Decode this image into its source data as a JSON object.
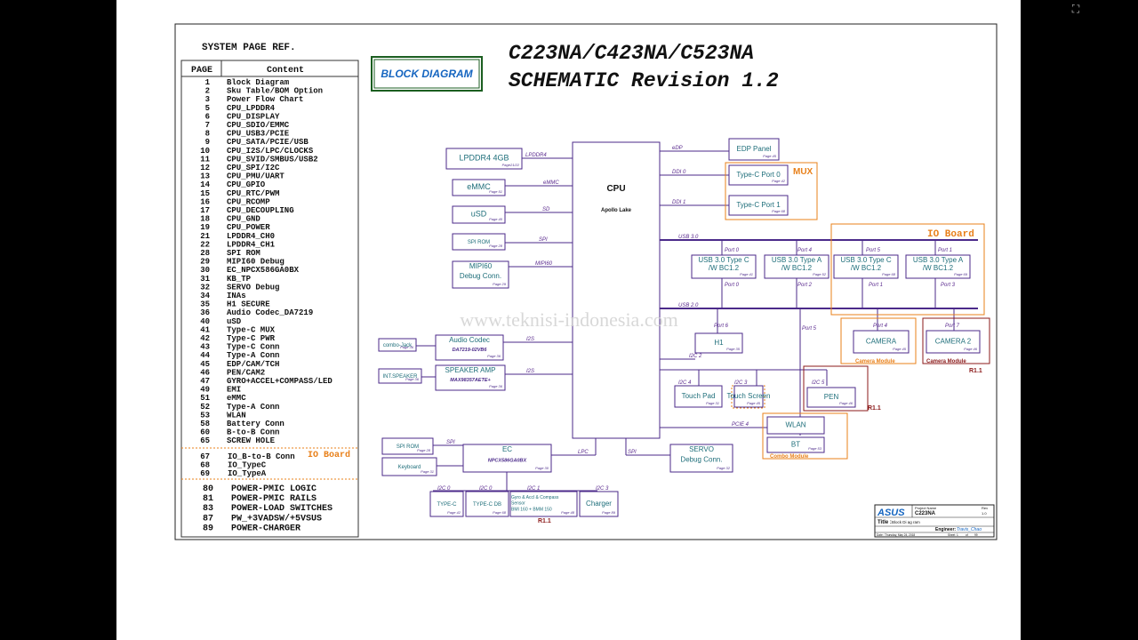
{
  "viewer": {
    "fullscreen_icon": "⛶"
  },
  "header": {
    "title_line1": "C223NA/C423NA/C523NA",
    "title_line2": "SCHEMATIC Revision 1.2",
    "block_diagram_label": "BLOCK DIAGRAM",
    "watermark": "www.teknisi-indonesia.com"
  },
  "index_table": {
    "title": "SYSTEM PAGE REF.",
    "col_page": "PAGE",
    "col_content": "Content",
    "rows": [
      {
        "page": "1",
        "content": "Block Diagram"
      },
      {
        "page": "2",
        "content": "Sku Table/BOM Option"
      },
      {
        "page": "3",
        "content": "Power Flow Chart"
      },
      {
        "page": "5",
        "content": "CPU_LPDDR4"
      },
      {
        "page": "6",
        "content": "CPU_DISPLAY"
      },
      {
        "page": "7",
        "content": "CPU_SDIO/EMMC"
      },
      {
        "page": "8",
        "content": "CPU_USB3/PCIE"
      },
      {
        "page": "9",
        "content": "CPU_SATA/PCIE/USB"
      },
      {
        "page": "10",
        "content": "CPU_I2S/LPC/CLOCKS"
      },
      {
        "page": "11",
        "content": "CPU_SVID/SMBUS/USB2"
      },
      {
        "page": "12",
        "content": "CPU_SPI/I2C"
      },
      {
        "page": "13",
        "content": "CPU_PMU/UART"
      },
      {
        "page": "14",
        "content": "CPU_GPIO"
      },
      {
        "page": "15",
        "content": "CPU_RTC/PWM"
      },
      {
        "page": "16",
        "content": "CPU_RCOMP"
      },
      {
        "page": "17",
        "content": "CPU_DECOUPLING"
      },
      {
        "page": "18",
        "content": "CPU_GND"
      },
      {
        "page": "19",
        "content": "CPU_POWER"
      },
      {
        "page": "21",
        "content": "LPDDR4_CH0"
      },
      {
        "page": "22",
        "content": "LPDDR4_CH1"
      },
      {
        "page": "28",
        "content": "SPI ROM"
      },
      {
        "page": "29",
        "content": "MIPI60 Debug"
      },
      {
        "page": "30",
        "content": "EC_NPCX586GA0BX"
      },
      {
        "page": "31",
        "content": "KB_TP"
      },
      {
        "page": "32",
        "content": "SERVO Debug"
      },
      {
        "page": "34",
        "content": "INAs"
      },
      {
        "page": "35",
        "content": "H1 SECURE"
      },
      {
        "page": "36",
        "content": "Audio Codec_DA7219"
      },
      {
        "page": "40",
        "content": "uSD"
      },
      {
        "page": "41",
        "content": "Type-C MUX"
      },
      {
        "page": "42",
        "content": "Type-C PWR"
      },
      {
        "page": "43",
        "content": "Type-C Conn"
      },
      {
        "page": "44",
        "content": "Type-A Conn"
      },
      {
        "page": "45",
        "content": "EDP/CAM/TCH"
      },
      {
        "page": "46",
        "content": "PEN/CAM2"
      },
      {
        "page": "47",
        "content": "GYRO+ACCEL+COMPASS/LED"
      },
      {
        "page": "49",
        "content": "EMI"
      },
      {
        "page": "51",
        "content": "eMMC"
      },
      {
        "page": "52",
        "content": "Type-A Conn"
      },
      {
        "page": "53",
        "content": "WLAN"
      },
      {
        "page": "58",
        "content": "Battery Conn"
      },
      {
        "page": "60",
        "content": "B-to-B Conn"
      },
      {
        "page": "65",
        "content": "SCREW HOLE"
      }
    ],
    "io_label": "IO Board",
    "io_rows": [
      {
        "page": "67",
        "content": "IO_B-to-B Conn"
      },
      {
        "page": "68",
        "content": "IO_TypeC"
      },
      {
        "page": "69",
        "content": "IO_TypeA"
      }
    ],
    "power_rows": [
      {
        "page": "80",
        "content": "POWER-PMIC LOGIC"
      },
      {
        "page": "81",
        "content": "POWER-PMIC RAILS"
      },
      {
        "page": "83",
        "content": "POWER-LOAD SWITCHES"
      },
      {
        "page": "87",
        "content": "PW_+3VADSW/+5VSUS"
      },
      {
        "page": "89",
        "content": "POWER-CHARGER"
      }
    ]
  },
  "diagram": {
    "cpu": {
      "title": "CPU",
      "subtitle": "Apollo Lake"
    },
    "blocks": {
      "lpddr4": {
        "name": "LPDDR4 4GB",
        "page": "Page21/22"
      },
      "emmc": {
        "name": "eMMC",
        "page": "Page 51"
      },
      "usd": {
        "name": "uSD",
        "page": "Page 40"
      },
      "spirom_cpu": {
        "name": "SPI ROM",
        "page": "Page 28"
      },
      "mipi60": {
        "name1": "MIPI60",
        "name2": "Debug Conn.",
        "page": "Page 29"
      },
      "combo_jack": {
        "name": "combo-Jack",
        "page": "Page 36"
      },
      "audio_codec": {
        "name": "Audio Codec",
        "sub": "DA7219-02VB6",
        "page": "Page 36"
      },
      "int_speaker": {
        "name": "INT.SPEAKER",
        "page": "Page 36"
      },
      "speaker_amp": {
        "name": "SPEAKER AMP",
        "sub": "MAX98357AETE+",
        "page": "Page 36"
      },
      "edp_panel": {
        "name": "EDP Panel",
        "page": "Page 45"
      },
      "typec0": {
        "name": "Type-C Port 0",
        "page": "Page 42"
      },
      "typec1": {
        "name": "Type-C Port 1",
        "page": "Page 68"
      },
      "usb3c": {
        "name1": "USB 3.0 Type C",
        "name2": "/W BC1.2",
        "page": "Page 41"
      },
      "usb3a": {
        "name1": "USB 3.0 Type A",
        "name2": "/W BC1.2",
        "page": "Page 52"
      },
      "io_usb3c": {
        "name1": "USB 3.0 Type C",
        "name2": "/W BC1.2",
        "page": "Page 68"
      },
      "io_usb3a": {
        "name1": "USB 3.0 Type A",
        "name2": "/W BC1.2",
        "page": "Page 69"
      },
      "h1": {
        "name": "H1",
        "page": "Page 35"
      },
      "camera": {
        "name": "CAMERA",
        "page": "Page 45"
      },
      "camera2": {
        "name": "CAMERA 2",
        "page": "Page 46"
      },
      "touchpad": {
        "name": "Touch Pad",
        "page": "Page 31"
      },
      "touchscreen": {
        "name": "Touch Screen",
        "page": "Page 45"
      },
      "pen": {
        "name": "PEN",
        "page": "Page 46"
      },
      "wlan": {
        "name": "WLAN"
      },
      "bt": {
        "name": "BT",
        "page": "Page 53"
      },
      "spirom_ec": {
        "name": "SPI ROM",
        "page": "Page 28"
      },
      "keyboard": {
        "name": "Keyboard",
        "page": "Page 31"
      },
      "ec": {
        "name": "EC",
        "sub": "NPCX586GA0BX",
        "page": "Page 30"
      },
      "servo": {
        "name1": "SERVO",
        "name2": "Debug Conn.",
        "page": "Page 32"
      },
      "typec_ec": {
        "name": "TYPE-C",
        "page": "Page 42"
      },
      "typec_db": {
        "name": "TYPE-C DB",
        "page": "Page 68"
      },
      "sensor": {
        "name1": "Gyro & Accl & Compass",
        "name2": "Sensor",
        "name3": "BMI 160 + BMM 150",
        "page": "Page 48"
      },
      "charger": {
        "name": "Charger",
        "page": "Page 89"
      }
    },
    "signals": {
      "lpddr4": "LPDDR4",
      "emmc": "eMMC",
      "sd": "SD",
      "spi": "SPI",
      "mipi60": "MIPI60",
      "i2s": "I2S",
      "edp": "eDP",
      "ddi0": "DDI 0",
      "ddi1": "DDI 1",
      "usb30": "USB 3.0",
      "usb20": "USB 2.0",
      "lpc": "LPC",
      "i2c0": "I2C 0",
      "i2c1": "I2C 1",
      "i2c2": "I2C 2",
      "i2c3": "I2C 3",
      "i2c4": "I2C 4",
      "i2c5": "I2C 5",
      "pcie4": "PCIE 4",
      "port0": "Port 0",
      "port1": "Port 1",
      "port2": "Port 2",
      "port3": "Port 3",
      "port4": "Port 4",
      "port5": "Port 5",
      "port6": "Port 6",
      "port7": "Port 7"
    },
    "labels": {
      "mux": "MUX",
      "io_board": "IO Board",
      "camera_module": "Camera Module",
      "combo_module": "Combo Module",
      "r11": "R1.1"
    }
  },
  "titleblock": {
    "company": "ASUS",
    "project_label": "Project Name",
    "project": "C223NA",
    "title_label": "Title :",
    "title": "Block Di ag ram",
    "engineer_label": "Engineer:",
    "engineer": "Travis_Chao",
    "rev_label": "Rev",
    "rev": "1.0",
    "sheet_label": "Sheet",
    "sheet": "1",
    "of_label": "of",
    "of": "99",
    "date_label": "Date:",
    "date": "Thursday, May 24, 2018"
  },
  "colors": {
    "block_text": "#1e6e7a",
    "block_border": "#4b2a8a",
    "signal": "#5a2a8e",
    "orange": "#e8801a",
    "red": "#8b1a1a",
    "io_green": "#1b5e20"
  }
}
